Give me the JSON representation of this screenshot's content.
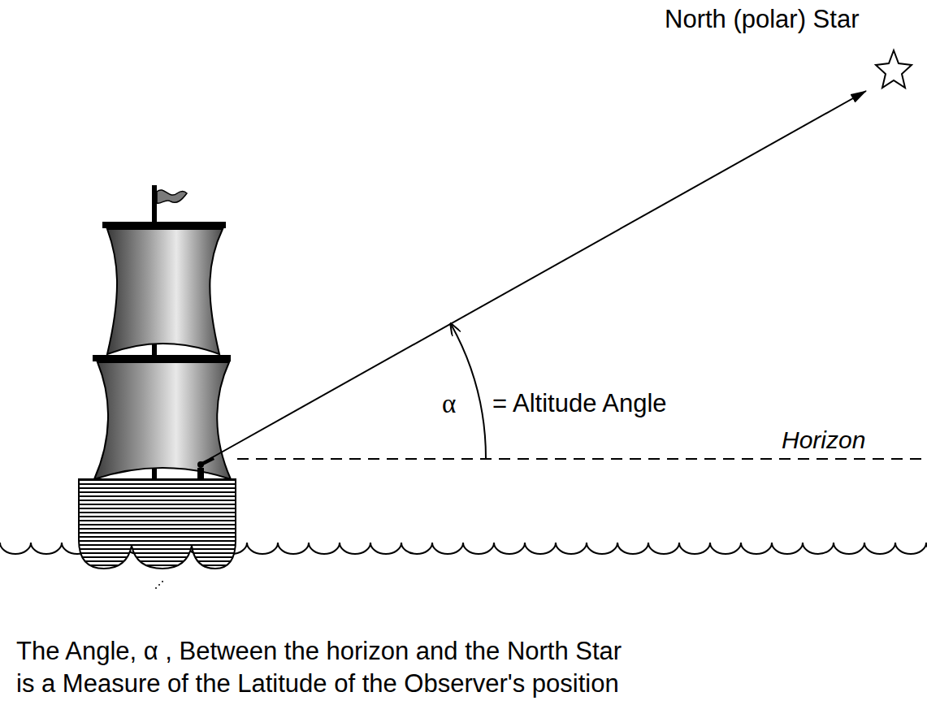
{
  "diagram": {
    "caption": "The Angle, α , Between the horizon and the North Star is a Measure of the Latitude of the Observer's position",
    "labels": [
      "North (polar) Star",
      "α",
      "= Altitude Angle",
      "Horizon"
    ]
  }
}
